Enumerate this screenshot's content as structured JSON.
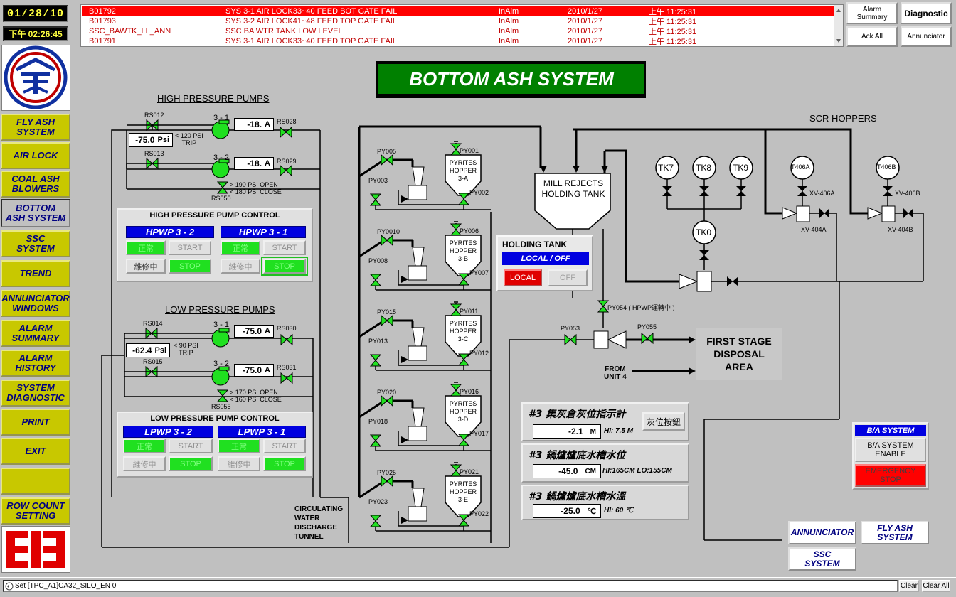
{
  "header": {
    "date": "01/28/10",
    "time": "下午 02:26:45"
  },
  "nav": {
    "items": [
      {
        "label": "FLY ASH\nSYSTEM"
      },
      {
        "label": "AIR LOCK"
      },
      {
        "label": "COAL ASH\nBLOWERS"
      },
      {
        "label": "BOTTOM\nASH SYSTEM"
      },
      {
        "label": "SSC\nSYSTEM"
      },
      {
        "label": "TREND"
      },
      {
        "label": "ANNUNCIATOR\nWINDOWS"
      },
      {
        "label": "ALARM\nSUMMARY"
      },
      {
        "label": "ALARM\nHISTORY"
      },
      {
        "label": "SYSTEM\nDIAGNOSTIC"
      },
      {
        "label": "PRINT"
      },
      {
        "label": "EXIT"
      },
      {
        "label": ""
      },
      {
        "label": "ROW COUNT\nSETTING"
      }
    ]
  },
  "alarms": [
    {
      "tag": "B01792",
      "desc": "SYS 3-1 AIR LOCK33~40 FEED BOT GATE FAIL",
      "state": "InAlm",
      "date": "2010/1/27",
      "time": "上午 11:25:31"
    },
    {
      "tag": "B01793",
      "desc": "SYS 3-2 AIR LOCK41~48 FEED TOP GATE FAIL",
      "state": "InAlm",
      "date": "2010/1/27",
      "time": "上午 11:25:31"
    },
    {
      "tag": "SSC_BAWTK_LL_ANN",
      "desc": "SSC BA WTR TANK LOW LEVEL",
      "state": "InAlm",
      "date": "2010/1/27",
      "time": "上午 11:25:31"
    },
    {
      "tag": "B01791",
      "desc": "SYS 3-1 AIR LOCK33~40 FEED TOP GATE FAIL",
      "state": "InAlm",
      "date": "2010/1/27",
      "time": "上午 11:25:31"
    }
  ],
  "top_buttons": {
    "alarm_summary": "Alarm\nSummary",
    "diagnostic": "Diagnostic",
    "ack_all": "Ack All",
    "annunciator": "Annunciator"
  },
  "title": "BOTTOM ASH SYSTEM",
  "hp": {
    "header": "HIGH PRESSURE PUMPS",
    "valves": [
      "RS012",
      "RS013",
      "RS028",
      "RS029",
      "RS050"
    ],
    "pumps": [
      "3 - 1",
      "3 - 2"
    ],
    "amps": [
      {
        "value": "-18.",
        "unit": "A"
      },
      {
        "value": "-18.",
        "unit": "A"
      }
    ],
    "pressure": {
      "value": "-75.0",
      "unit": "Psi"
    },
    "trip": "< 120 PSI\nTRIP",
    "open_close": "> 190 PSI OPEN\n< 180 PSI CLOSE",
    "control_title": "HIGH PRESSURE PUMP CONTROL",
    "ctl": [
      {
        "name": "HPWP 3 - 2",
        "run": "正常",
        "start": "START",
        "maint": "維修中",
        "stop": "STOP"
      },
      {
        "name": "HPWP 3 - 1",
        "run": "正常",
        "start": "START",
        "maint": "維修中",
        "stop": "STOP"
      }
    ]
  },
  "lp": {
    "header": "LOW PRESSURE PUMPS",
    "valves": [
      "RS014",
      "RS015",
      "RS030",
      "RS031",
      "RS055"
    ],
    "pumps": [
      "3 - 1",
      "3 - 2"
    ],
    "amps": [
      {
        "value": "-75.0",
        "unit": "A"
      },
      {
        "value": "-75.0",
        "unit": "A"
      }
    ],
    "pressure": {
      "value": "-62.4",
      "unit": "Psi"
    },
    "trip": "< 90 PSI\nTRIP",
    "open_close": "> 170 PSI OPEN\n< 160 PSI CLOSE",
    "control_title": "LOW PRESSURE PUMP CONTROL",
    "ctl": [
      {
        "name": "LPWP 3 - 2",
        "run": "正常",
        "start": "START",
        "maint": "維修中",
        "stop": "STOP"
      },
      {
        "name": "LPWP 3 - 1",
        "run": "正常",
        "start": "START",
        "maint": "維修中",
        "stop": "STOP"
      }
    ]
  },
  "circulating": "CIRCULATING\nWATER\nDISCHARGE\nTUNNEL",
  "hoppers": [
    {
      "top": "PY005",
      "bottom": "PY003",
      "feed": "PY001",
      "out": "PY002",
      "label": "PYRITES\nHOPPER\n3-A"
    },
    {
      "top": "PY0010",
      "bottom": "PY008",
      "feed": "PY006",
      "out": "PY007",
      "label": "PYRITES\nHOPPER\n3-B"
    },
    {
      "top": "PY015",
      "bottom": "PY013",
      "feed": "PY011",
      "out": "PY012",
      "label": "PYRITES\nHOPPER\n3-C"
    },
    {
      "top": "PY020",
      "bottom": "PY018",
      "feed": "PY016",
      "out": "PY017",
      "label": "PYRITES\nHOPPER\n3-D"
    },
    {
      "top": "PY025",
      "bottom": "PY023",
      "feed": "PY021",
      "out": "PY022",
      "label": "PYRITES\nHOPPER\n3-E"
    }
  ],
  "mill_tank": "MILL REJECTS\nHOLDING TANK",
  "holding_tank": {
    "title": "HOLDING TANK",
    "mode": "LOCAL / OFF",
    "local": "LOCAL",
    "off": "OFF"
  },
  "scr": {
    "label": "SCR  HOPPERS",
    "tanks": [
      "TK7",
      "TK8",
      "TK9",
      "TK0",
      "T406A",
      "T406B"
    ],
    "valves": [
      "XV-406A",
      "XV-404A",
      "XV-406B",
      "XV-404B"
    ]
  },
  "py054": "PY054 ( HPWP運轉中 )",
  "py053": "PY053",
  "py055": "PY055",
  "first_stage": "FIRST STAGE\nDISPOSAL\nAREA",
  "from_unit": "FROM\nUNIT 4",
  "indicators": [
    {
      "title": "#3 集灰倉灰位指示計",
      "value": "-2.1",
      "unit": "M",
      "limit": "HI: 7.5 M",
      "button": "灰位按鈕"
    },
    {
      "title": "#3 鍋爐爐底水槽水位",
      "value": "-45.0",
      "unit": "CM",
      "limit": "HI:165CM  LO:155CM"
    },
    {
      "title": "#3 鍋爐爐底水槽水溫",
      "value": "-25.0",
      "unit": "℃",
      "limit": "HI: 60 ℃"
    }
  ],
  "ba_system": {
    "title": "B/A SYSTEM",
    "enable": "B/A SYSTEM\nENABLE",
    "estop": "EMERGENCY\nSTOP"
  },
  "bottom_nav": {
    "annunciator": "ANNUNCIATOR",
    "fly_ash": "FLY ASH\nSYSTEM",
    "ssc": "SSC\nSYSTEM"
  },
  "status": {
    "text": "Set [TPC_A1]CA32_SILO_EN 0",
    "clear": "Clear",
    "clear_all": "Clear All"
  },
  "colors": {
    "valve_green": "#20e020",
    "pump_green": "#20e020",
    "title_green": "#008000",
    "header_blue": "#0000e0",
    "nav_yellow": "#c8c800",
    "alarm_red": "#ff0000"
  }
}
